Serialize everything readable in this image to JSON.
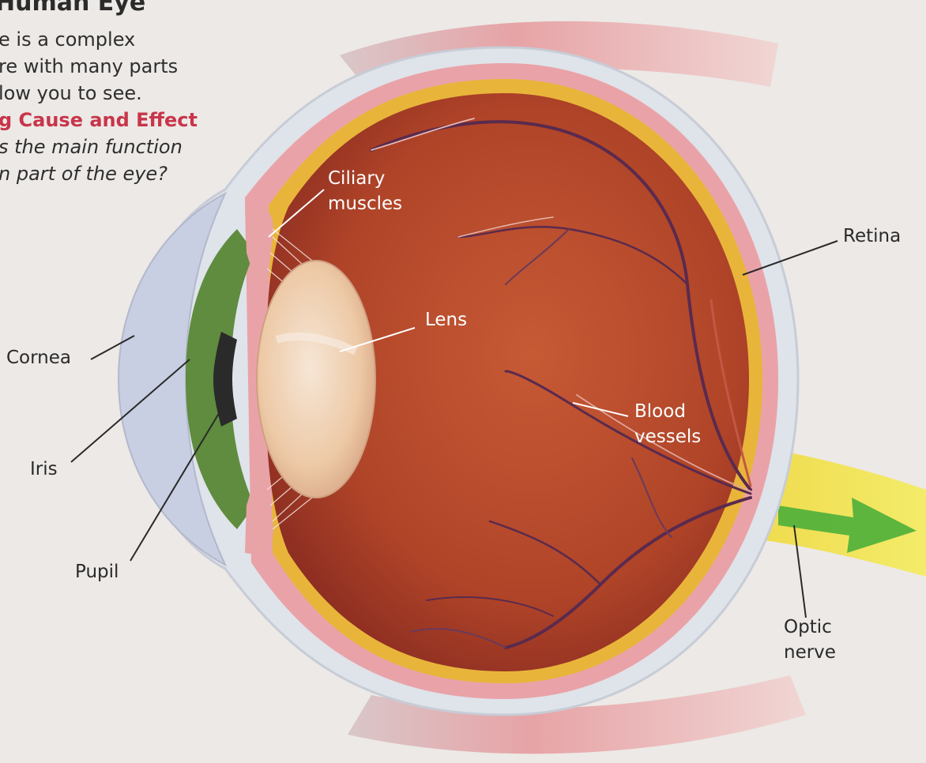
{
  "intro": {
    "title": "Human Eye",
    "lines": [
      "e is a complex",
      "re with many parts",
      "low you to see.",
      "g Cause and Effect",
      "s the main function",
      "n part of the eye?"
    ]
  },
  "labels": {
    "ciliary_line1": "Ciliary",
    "ciliary_line2": "muscles",
    "retina": "Retina",
    "lens": "Lens",
    "cornea": "Cornea",
    "iris": "Iris",
    "pupil": "Pupil",
    "blood_line1": "Blood",
    "blood_line2": "vessels",
    "optic_line1": "Optic",
    "optic_line2": "nerve"
  },
  "colors": {
    "heading_accent": "#c8354a",
    "eye_interior": "#b94a2c",
    "sclera": "#dfe3ea",
    "choroid": "#e9a3a8",
    "retina_band": "#e8b53a",
    "iris": "#5f8c3e",
    "optic_nerve": "#efe34a",
    "blood_vessel": "#5a2a4e",
    "light_arrow": "#4caf3a"
  }
}
